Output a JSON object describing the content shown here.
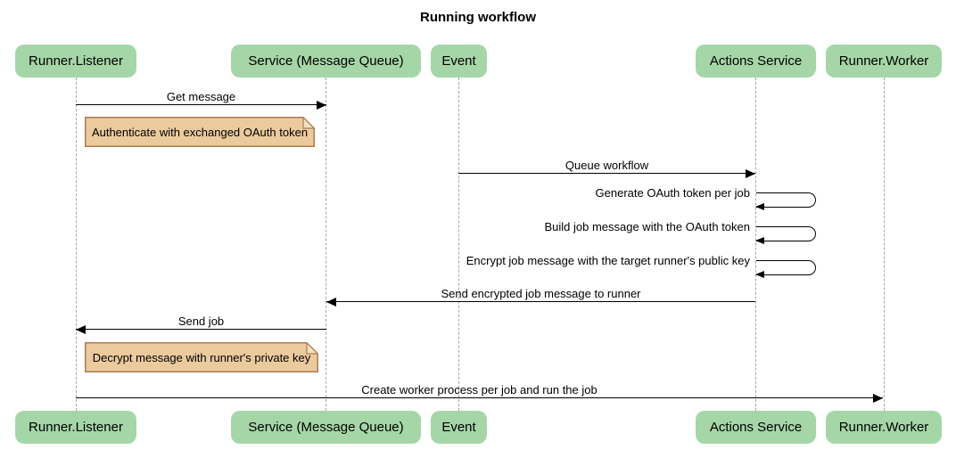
{
  "title": "Running workflow",
  "diagram_type": "sequence",
  "colors": {
    "background": "#ffffff",
    "actor_fill": "#a5d6a7",
    "text": "#000000",
    "lifeline": "#a6a6a6",
    "arrow": "#000000",
    "note_fill": "#ebca9e",
    "note_border": "#aa7d4f",
    "fold_fill": "#f4e0c0"
  },
  "actors": [
    {
      "label": "Runner.Listener"
    },
    {
      "label": "Service (Message Queue)"
    },
    {
      "label": "Event"
    },
    {
      "label": "Actions Service"
    },
    {
      "label": "Runner.Worker"
    }
  ],
  "messages": [
    {
      "label": "Get message",
      "from": "Runner.Listener",
      "to": "Service (Message Queue)",
      "self": false
    },
    {
      "label": "Queue workflow",
      "from": "Event",
      "to": "Actions Service",
      "self": false
    },
    {
      "label": "Generate OAuth token per job",
      "from": "Actions Service",
      "to": "Actions Service",
      "self": true
    },
    {
      "label": "Build job message with the OAuth token",
      "from": "Actions Service",
      "to": "Actions Service",
      "self": true
    },
    {
      "label": "Encrypt job message with the target runner's public key",
      "from": "Actions Service",
      "to": "Actions Service",
      "self": true
    },
    {
      "label": "Send encrypted job message to runner",
      "from": "Actions Service",
      "to": "Service (Message Queue)",
      "self": false
    },
    {
      "label": "Send job",
      "from": "Service (Message Queue)",
      "to": "Runner.Listener",
      "self": false
    },
    {
      "label": "Create worker process per job and run the job",
      "from": "Runner.Listener",
      "to": "Runner.Worker",
      "self": false
    }
  ],
  "notes": [
    {
      "label": "Authenticate with exchanged OAuth token",
      "over": "Runner.Listener / Service (Message Queue)"
    },
    {
      "label": "Decrypt message with runner's private key",
      "over": "Runner.Listener / Service (Message Queue)"
    }
  ]
}
